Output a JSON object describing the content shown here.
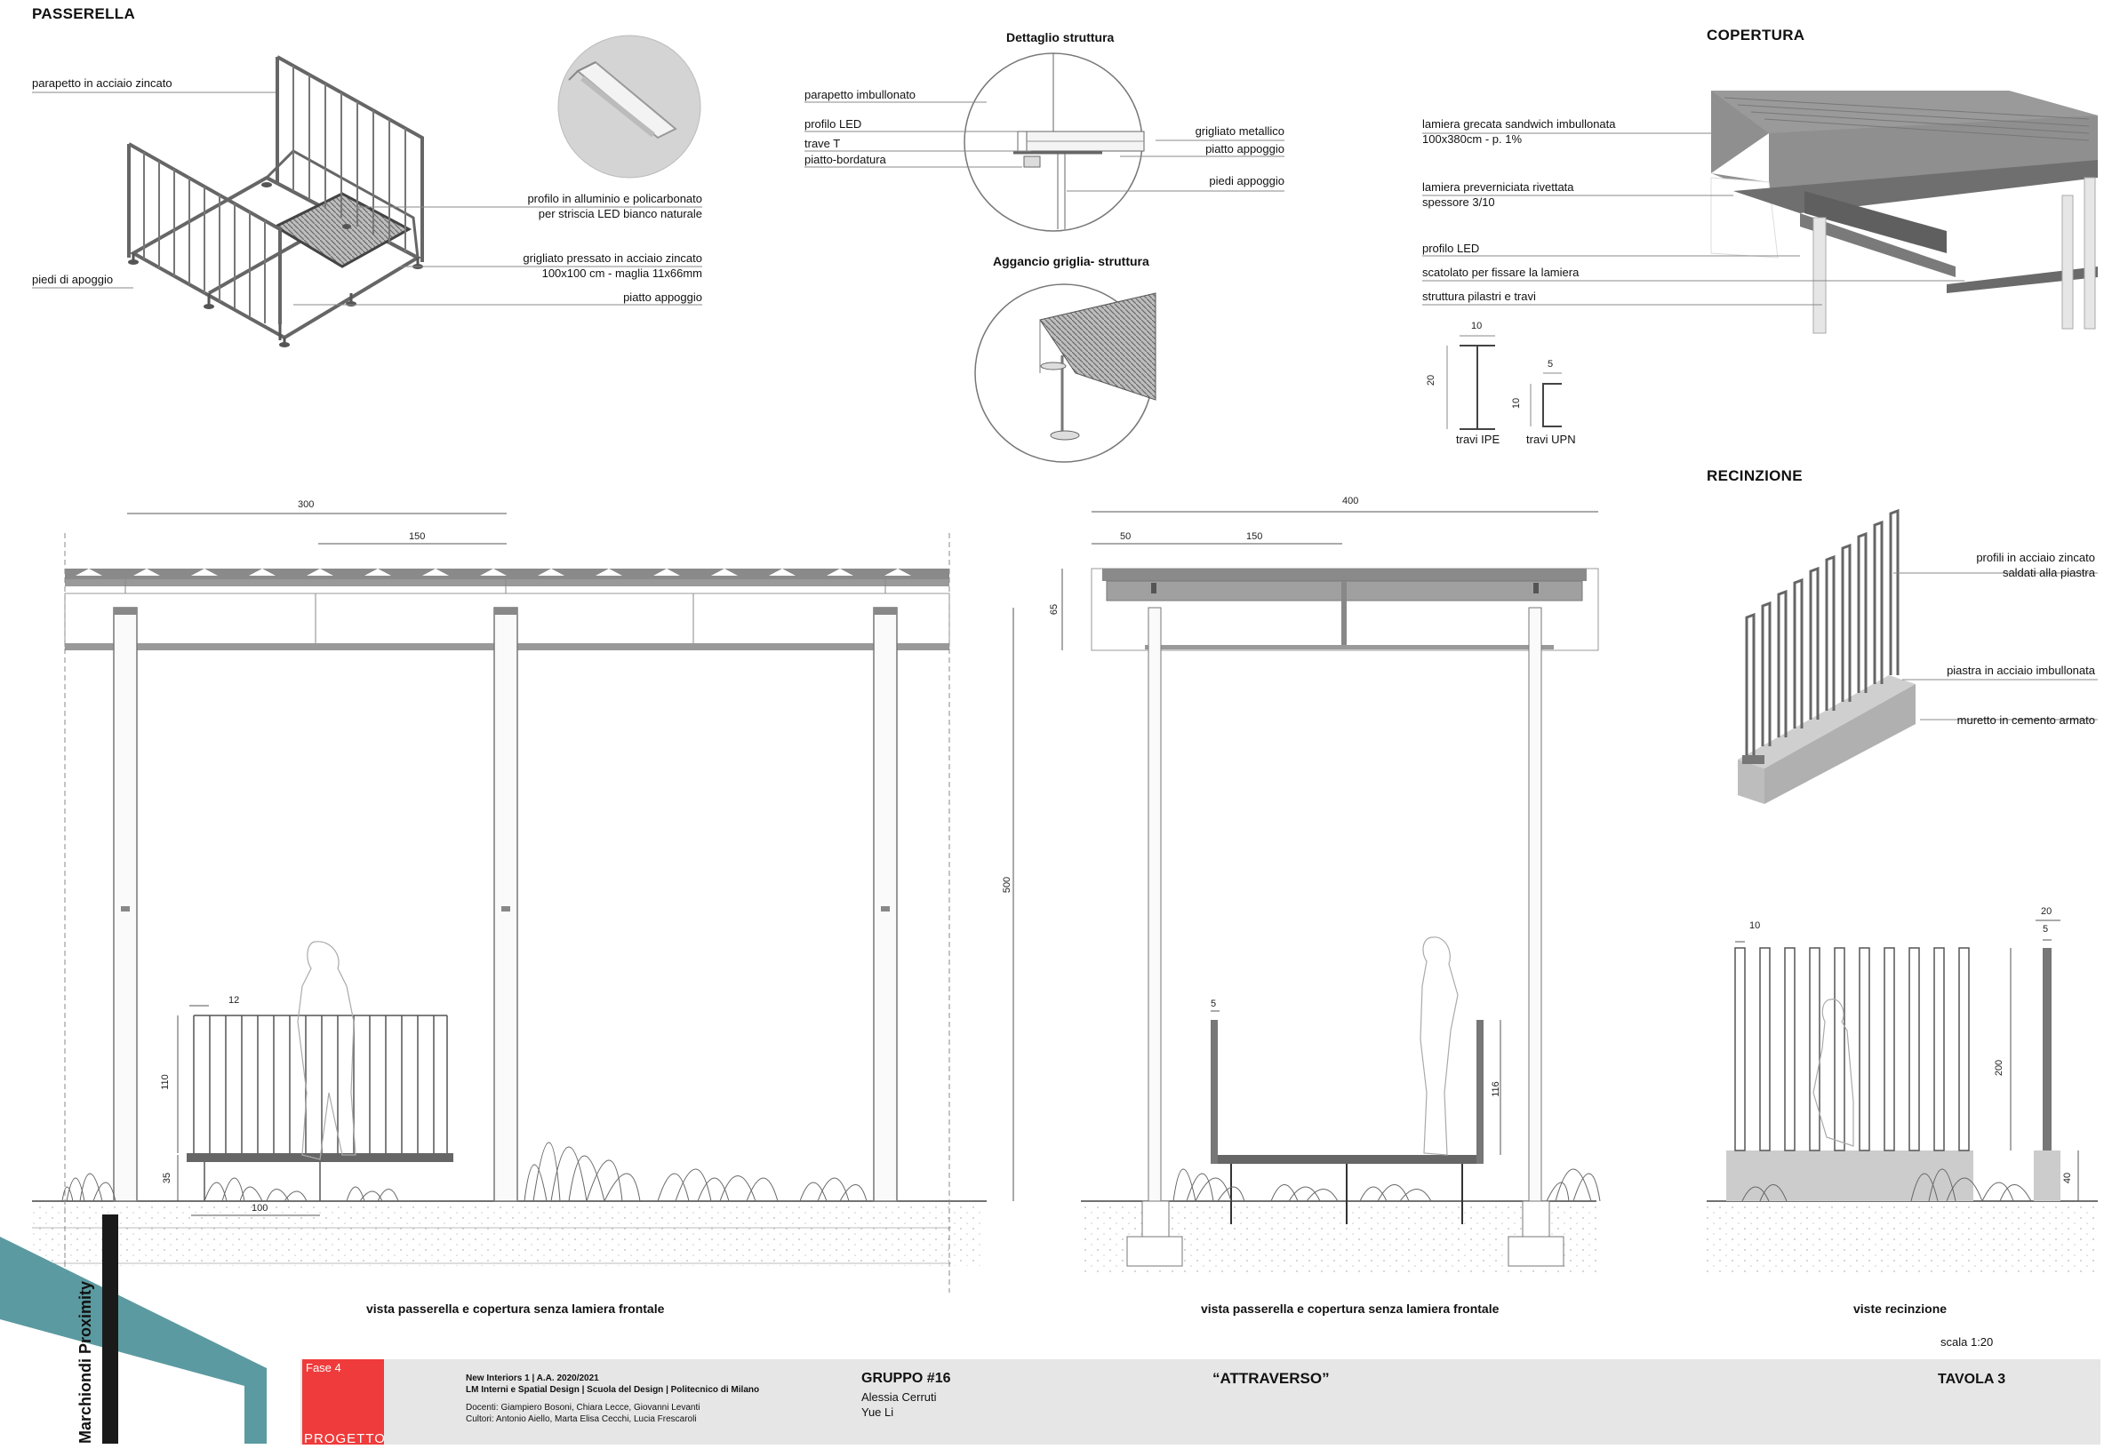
{
  "passerella": {
    "title": "PASSERELLA",
    "labels": {
      "parapetto": "parapetto in acciaio zincato",
      "piedi": "piedi di apoggio",
      "profilo_1": "profilo in alluminio e policarbonato",
      "profilo_2": "per striscia LED bianco naturale",
      "grigliato_1": "grigliato pressato in acciaio zincato",
      "grigliato_2": "100x100 cm - maglia 11x66mm",
      "piatto": "piatto appoggio"
    }
  },
  "dettaglio": {
    "title": "Dettaglio struttura",
    "labels": {
      "parapetto": "parapetto imbullonato",
      "profilo_led": "profilo LED",
      "trave_t": "trave T",
      "piatto_bordatura": "piatto-bordatura",
      "grigliato": "grigliato metallico",
      "piatto_appoggio": "piatto appoggio",
      "piedi": "piedi appoggio"
    }
  },
  "aggancio": {
    "title": "Aggancio griglia- struttura"
  },
  "copertura": {
    "title": "COPERTURA",
    "labels": {
      "lamiera_1": "lamiera grecata sandwich imbullonata",
      "lamiera_2": "100x380cm - p. 1%",
      "prev_1": "lamiera preverniciata rivettata",
      "prev_2": "spessore 3/10",
      "profilo_led": "profilo LED",
      "scatolato": "scatolato per fissare la lamiera",
      "struttura": "struttura pilastri e travi"
    },
    "travi": {
      "ipe": "travi IPE",
      "upn": "travi UPN",
      "ipe_w": "10",
      "ipe_h": "20",
      "upn_w": "5",
      "upn_h": "10"
    }
  },
  "recinzione": {
    "title": "RECINZIONE",
    "labels": {
      "profili_1": "profili in acciaio zincato",
      "profili_2": "saldati alla piastra",
      "piastra": "piastra in acciaio imbullonata",
      "muretto": "muretto in cemento armato"
    }
  },
  "view1": {
    "caption": "vista passerella e copertura senza lamiera frontale",
    "dims": {
      "d300": "300",
      "d150": "150",
      "d12": "12",
      "d110": "110",
      "d35": "35",
      "d100": "100"
    }
  },
  "view2": {
    "caption": "vista passerella e copertura senza lamiera frontale",
    "dims": {
      "d400": "400",
      "d50": "50",
      "d150": "150",
      "d65": "65",
      "d500": "500",
      "d5": "5",
      "d116": "116"
    }
  },
  "view3": {
    "caption": "viste recinzione",
    "dims": {
      "d10": "10",
      "d20": "20",
      "d5": "5",
      "d200": "200",
      "d40": "40"
    }
  },
  "footer": {
    "scala": "scala 1:20",
    "fase": "Fase 4",
    "progetto": "PROGETTO",
    "course_1": "New Interiors 1 |  A.A. 2020/2021",
    "course_2": "LM Interni e Spatial Design | Scuola del Design | Politecnico di Milano",
    "docenti": "Docenti: Giampiero Bosoni, Chiara Lecce, Giovanni Levanti",
    "cultori": "Cultori: Antonio Aiello, Marta Elisa Cecchi, Lucia Frescaroli",
    "gruppo": "GRUPPO #16",
    "member1": "Alessia Cerruti",
    "member2": "Yue Li",
    "project": "“ATTRAVERSO”",
    "tavola": "TAVOLA 3",
    "brand": "Marchiondi Proximity"
  },
  "colors": {
    "accent": "#5b9aa0",
    "fase_red": "#ef3b3b",
    "metal": "#8c8c8c"
  }
}
